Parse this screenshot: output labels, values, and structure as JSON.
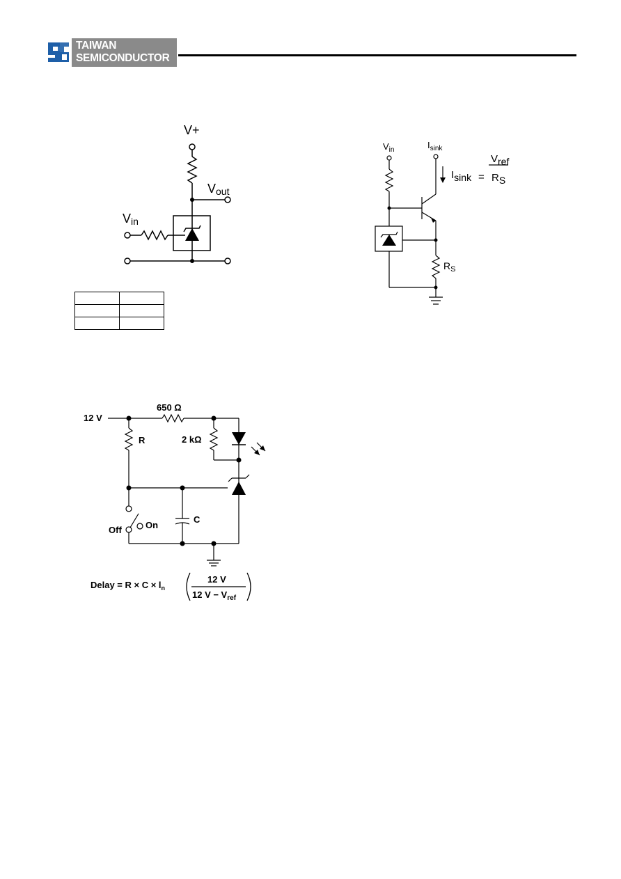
{
  "header": {
    "company_line1": "TAIWAN",
    "company_line2": "SEMICONDUCTOR",
    "logo_mark": "ts-logo-icon"
  },
  "circuit_shunt": {
    "vplus": "V+",
    "vout_main": "V",
    "vout_sub": "out",
    "vin_main": "V",
    "vin_sub": "in"
  },
  "empty_table": {
    "rows": [
      [
        "",
        ""
      ],
      [
        "",
        ""
      ],
      [
        "",
        ""
      ]
    ]
  },
  "circuit_sink": {
    "vin_main": "V",
    "vin_sub": "in",
    "isink_top_main": "I",
    "isink_top_sub": "sink",
    "eq_i": "I",
    "eq_sink": "sink",
    "eq_equals": "=",
    "eq_num_main": "V",
    "eq_num_sub": "ref",
    "eq_den_main": "R",
    "eq_den_sub": "S",
    "rs_main": "R",
    "rs_sub": "S"
  },
  "circuit_delay": {
    "supply": "12 V",
    "r_series": "650 Ω",
    "r_led": "2 kΩ",
    "r_label": "R",
    "c_label": "C",
    "switch_on": "On",
    "switch_off": "Off",
    "formula_prefix": "Delay = R × C × l",
    "formula_ln_sub": "n",
    "formula_num": "12 V",
    "formula_den_main": "12 V − V",
    "formula_den_sub": "ref"
  }
}
